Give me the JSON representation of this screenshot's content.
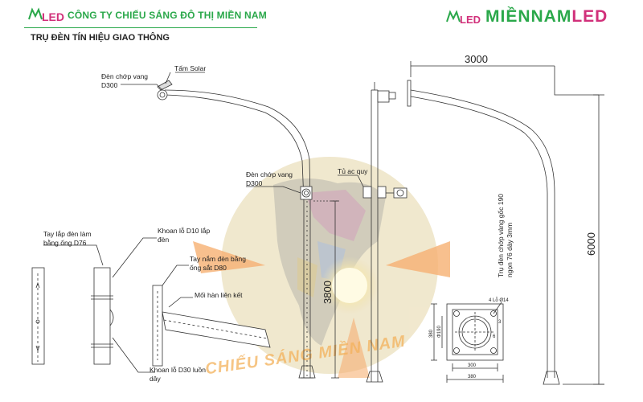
{
  "header": {
    "company": "CÔNG TY CHIẾU SÁNG ĐÔ THỊ MIỀN NAM",
    "title": "TRỤ ĐÈN TÍN HIỆU GIAO THÔNG",
    "brand_left": "MIỀNNAM",
    "brand_right": "LED",
    "logo_small_text": "LED",
    "colors": {
      "green": "#2aa84a",
      "magenta": "#d1307a"
    }
  },
  "labels": {
    "den_chop_vang_top_1": "Đèn chớp vang",
    "den_chop_vang_top_2": "D300",
    "tam_solar": "Tấm Solar",
    "den_chop_vang_mid_1": "Đèn chớp vang",
    "den_chop_vang_mid_2": "D300",
    "tu_ac_quy": "Tủ ac quy",
    "tay_lap_1": "Tay lắp đèn làm",
    "tay_lap_2": "bằng ống D76",
    "khoan_d10_1": "Khoan lỗ D10 lắp",
    "khoan_d10_2": "đèn",
    "tay_nam_1": "Tay nắm đèn bằng",
    "tay_nam_2": "ống sắt D80",
    "moi_han": "Mối hàn liên kết",
    "khoan_d30_1": "Khoan lỗ D30 luồn",
    "khoan_d30_2": "dây",
    "vertical_note_1": "Trụ đèn chớp vàng gốc 190",
    "vertical_note_2": "ngọn 76 dày 3mm"
  },
  "dimensions": {
    "width_top": "3000",
    "height_total": "6000",
    "height_mid": "3800",
    "base_width_1": "300",
    "base_width_2": "380",
    "base_height": "380",
    "base_phi": "Φ190",
    "base_holes": "4 Lỗ Ø14",
    "base_3": "3",
    "base_6": "6"
  },
  "watermark": "CHIẾU SÁNG MIỀN NAM"
}
